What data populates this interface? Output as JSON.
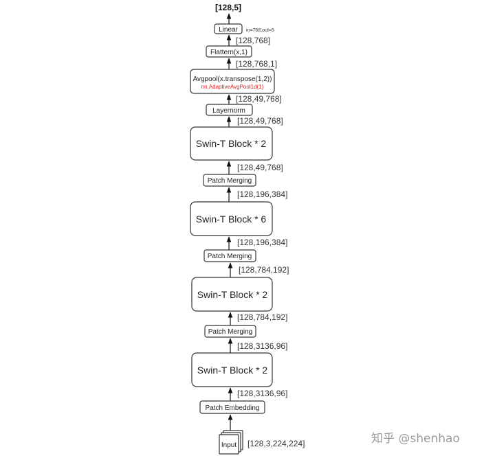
{
  "output": "[128,5]",
  "linear": {
    "label": "Linear",
    "note": "in=768,out=5"
  },
  "dim_after_flatten": "[128,768]",
  "flatten": {
    "label": "Flattern(x,1)"
  },
  "dim_after_avgpool": "[128,768,1]",
  "avgpool": {
    "label": "Avgpool(x.transpose(1,2))",
    "sub": "nn.AdaptiveAvgPool1d(1)"
  },
  "dim_after_layernorm": "[128,49,768]",
  "layernorm": {
    "label": "Layernorm"
  },
  "dim_after_block4": "[128,49,768]",
  "block4": {
    "label": "Swin-T Block * 2"
  },
  "dim_after_merge3": "[128,49,768]",
  "merge3": {
    "label": "Patch Merging"
  },
  "dim_after_block3": "[128,196,384]",
  "block3": {
    "label": "Swin-T Block * 6"
  },
  "dim_after_merge2": "[128,196,384]",
  "merge2": {
    "label": "Patch Merging"
  },
  "dim_after_block2": "[128,784,192]",
  "block2": {
    "label": "Swin-T Block * 2"
  },
  "dim_after_merge1": "[128,784,192]",
  "merge1": {
    "label": "Patch Merging"
  },
  "dim_after_block1": "[128,3136,96]",
  "block1": {
    "label": "Swin-T Block * 2"
  },
  "dim_after_embed": "[128,3136,96]",
  "embed": {
    "label": "Patch Embedding"
  },
  "input": {
    "label": "Input",
    "dim": "[128,3,224,224]"
  },
  "watermark": "知乎 @shenhao"
}
